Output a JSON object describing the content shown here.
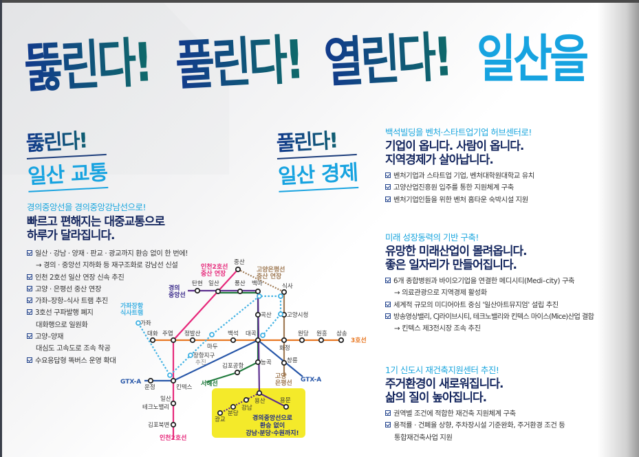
{
  "hero": {
    "w1": "뚫린다!",
    "w2": "풀린다!",
    "w3": "열린다!",
    "w4": "일산을"
  },
  "transport": {
    "title_a": "뚫린다!",
    "title_b": "일산 교통",
    "subtitle": "경의중앙선을 경의중앙강남선으로!",
    "headline1": "빠르고 편해지는 대중교통으로",
    "headline2": "하루가 달라집니다.",
    "bullets": [
      "일산 · 강남 · 양재 · 판교 · 광교까지 환승 없이 한 번에!",
      "→ 경의 · 중앙선 지하화 등 재구조화로 강남선 신설",
      "인천 2호선 일산 연장 신속 추진",
      "고양 · 은평선 중산 연장",
      "가좌–장항–식사 트램 추진",
      "3호선 구파발행 폐지",
      "대화행으로 일원화",
      "고양–양재",
      "대심도 고속도로 조속 착공",
      "수요응답형 똑버스 운영 확대"
    ]
  },
  "map": {
    "lines": {
      "gyeongui": "경의\n중앙선",
      "incheon2_ext": "인천2호선\n중산 연장",
      "goyang_ext": "고양은평선\n중산 연장",
      "tram": "가좌장항\n식사트램",
      "line3": "3호선",
      "gtx_left": "GTX-A",
      "gtx_right": "GTX-A",
      "seohae": "서해선",
      "goyang": "고양\n은평선",
      "incheon2": "인천2호선"
    },
    "stations": {
      "jungsan": "중산",
      "tanhyeon": "탄현",
      "ilsan": "일산",
      "pungsan": "풍산",
      "baengma": "백마",
      "siksa": "식사",
      "goksan": "곡산",
      "city_hall": "고양시청",
      "gajwa": "가좌",
      "daehwa": "대화",
      "juyeop": "주엽",
      "jeongbalsan": "정발산",
      "madu": "마두",
      "baekseok": "백석",
      "daegok": "대곡",
      "wondang": "원당",
      "wonheung": "원흥",
      "samsong": "삼송",
      "hwajeong": "화정",
      "janghang": "장항지구",
      "janghang_note": "추진",
      "neunggok": "능곡",
      "gimpo_airport": "김포공항",
      "changneung": "창릉",
      "kintex": "킨텍스",
      "unjeong": "운정",
      "techno1": "일산",
      "techno2": "테크노밸리",
      "gimpo_bukbyeon": "김포북변",
      "yongsan": "용산",
      "yongmun": "용문",
      "gangnam": "강남",
      "bundang": "분당",
      "gwanggyo": "광교"
    },
    "callout": [
      "경의중앙선으로",
      "환승 없이",
      "강남·분당·수원까지!"
    ],
    "colors": {
      "gyeongui": "#5b2d8e",
      "incheon2": "#e6287a",
      "line3": "#e87722",
      "gtx": "#2756a8",
      "seohae": "#1f7a3c",
      "goyang": "#a07b55",
      "tram": "#3fb1e3",
      "callout_bg": "#f4ea2a"
    }
  },
  "economy": {
    "title_a": "풀린다!",
    "title_b": "일산 경제",
    "s1": {
      "subtitle": "백석빌딩을 벤처·스타트업기업 허브센터로!",
      "headline1": "기업이 옵니다. 사람이 옵니다.",
      "headline2": "지역경제가 살아납니다.",
      "bullets": [
        "벤처기업과 스타트업 기업, 벤처대학원대학교 유치",
        "고양산업진흥원 입주를 통한 지원체계 구축",
        "벤처기업인들을 위한 벤처 홈타운 숙박시설 지원"
      ]
    },
    "s2": {
      "subtitle": "미래 성장동력의 기반 구축!",
      "headline1": "유망한 미래산업이 몰려옵니다.",
      "headline2": "좋은 일자리가 만들어집니다.",
      "bullets": [
        "6개 종합병원과 바이오기업을 연결한 메디시티(Medi–city) 구축",
        "→ 의료관광으로 지역경제 활성화",
        "세계적 규모의 미디어아트 중심 '일산아트뮤지엄' 설립 추진",
        "방송영상밸리, CJ라이브시티, 테크노밸리와 킨텍스 마이스(Mice)산업 결합",
        "→ 킨텍스 제3전시장 조속 추진"
      ]
    },
    "s3": {
      "subtitle": "1기 신도시 재건축지원센터 추진!",
      "headline1": "주거환경이 새로워집니다.",
      "headline2": "삶의 질이 높아집니다.",
      "bullets": [
        "권역별 조건에 적합한 재건축 지원체계 구축",
        "용적률 · 건폐율 상향, 주차장시설 기준완화, 주거환경 조건 등",
        "통합재건축사업 지원"
      ]
    }
  },
  "colors": {
    "navy": "#14265e",
    "cyan": "#17a3e0"
  }
}
